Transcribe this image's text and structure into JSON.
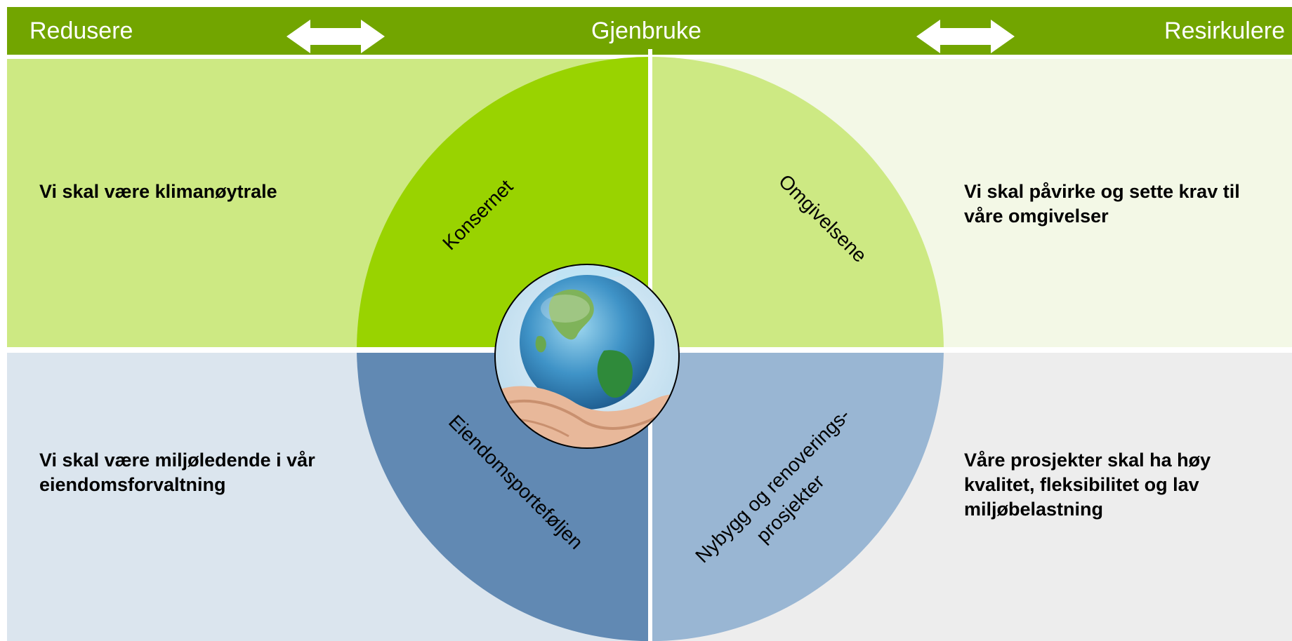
{
  "header": {
    "left": "Redusere",
    "center": "Gjenbruke",
    "right": "Resirkulere",
    "bar_color": "#72a500"
  },
  "quadrants": {
    "top_left": {
      "text": "Vi skal være klimanøytrale",
      "color": "#cde983"
    },
    "top_right": {
      "text": "Vi skal påvirke og sette krav til våre omgivelser",
      "color": "#f3f8e6"
    },
    "bottom_left": {
      "text": "Vi skal være miljøledende i vår eiendomsforvaltning",
      "color": "#dbe5ee"
    },
    "bottom_right": {
      "text": "Våre prosjekter skal ha høy kvalitet, fleksibilitet og lav miljøbelastning",
      "color": "#ededed"
    }
  },
  "segments": {
    "top_left": {
      "label": "Konsernet",
      "color": "#99d300"
    },
    "top_right": {
      "label": "Omgivelsene",
      "color": "#cde983"
    },
    "bottom_left": {
      "label": "Eiendomsporteføljen",
      "color": "#6189b3"
    },
    "bottom_right": {
      "label_line1": "Nybygg og renoverings-",
      "label_line2": "prosjekter",
      "color": "#99b6d3"
    }
  },
  "center_image": {
    "icon": "globe-in-hand-icon"
  }
}
